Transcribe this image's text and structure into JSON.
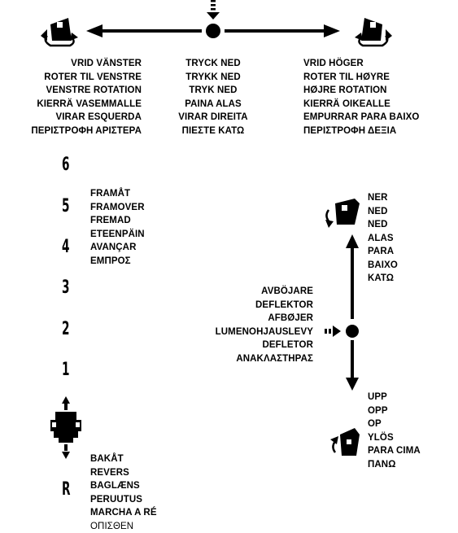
{
  "rotate_left": {
    "lines": [
      "VRID VÄNSTER",
      "ROTER TIL VENSTRE",
      "VENSTRE ROTATION",
      "KIERRÄ VASEMMALLE",
      "VIRAR ESQUERDA",
      "ΠΕΡΙΣΤΡΟΦΗ ΑΡΙΣΤΕΡΑ"
    ],
    "icon": "rotate-left-icon"
  },
  "press_down": {
    "lines": [
      "TRYCK NED",
      "TRYKK NED",
      "TRYK NED",
      "PAINA ALAS",
      "VIRAR DIREITA",
      "ΠΙΕΣΤΕ ΚΑΤΩ"
    ],
    "icon": "press-down-arrow-icon"
  },
  "rotate_right": {
    "lines": [
      "VRID HÖGER",
      "ROTER TIL HØYRE",
      "HØJRE ROTATION",
      "KIERRÄ OIKEALLE",
      "EMPURRAR PARA BAIXO",
      "ΠΕΡΙΣΤΡΟΦΗ ΔΕΞΙΑ"
    ],
    "icon": "rotate-right-icon"
  },
  "speed_numbers": [
    "6",
    "5",
    "4",
    "3",
    "2",
    "1",
    "R"
  ],
  "forward": {
    "lines": [
      "FRAMÅT",
      "FRAMOVER",
      "FREMAD",
      "ETEENPÄIN",
      "AVANÇAR",
      "ΕΜΠΡΟΣ"
    ]
  },
  "reverse": {
    "lines": [
      "BAKÅT",
      "REVERS",
      "BAGLÆNS",
      "PERUUTUS",
      "MARCHA A RÉ",
      "ΟΠΙΣΘΕΝ"
    ]
  },
  "deflector": {
    "lines": [
      "AVBÖJARE",
      "DEFLEKTOR",
      "AFBØJER",
      "LUMENOHJAUSLEVY",
      "DEFLETOR",
      "ΑΝΑΚΛΑΣΤΗΡΑΣ"
    ]
  },
  "down": {
    "lines": [
      "NER",
      "NED",
      "NED",
      "ALAS",
      "PARA",
      "BAIXO",
      "ΚΑΤΩ"
    ]
  },
  "up": {
    "lines": [
      "UPP",
      "OPP",
      "OP",
      "YLÖS",
      "PARA CIMA",
      "ΠΑΝΩ"
    ]
  },
  "icons": [
    "joystick-icon",
    "deflector-down-icon",
    "deflector-up-icon"
  ]
}
